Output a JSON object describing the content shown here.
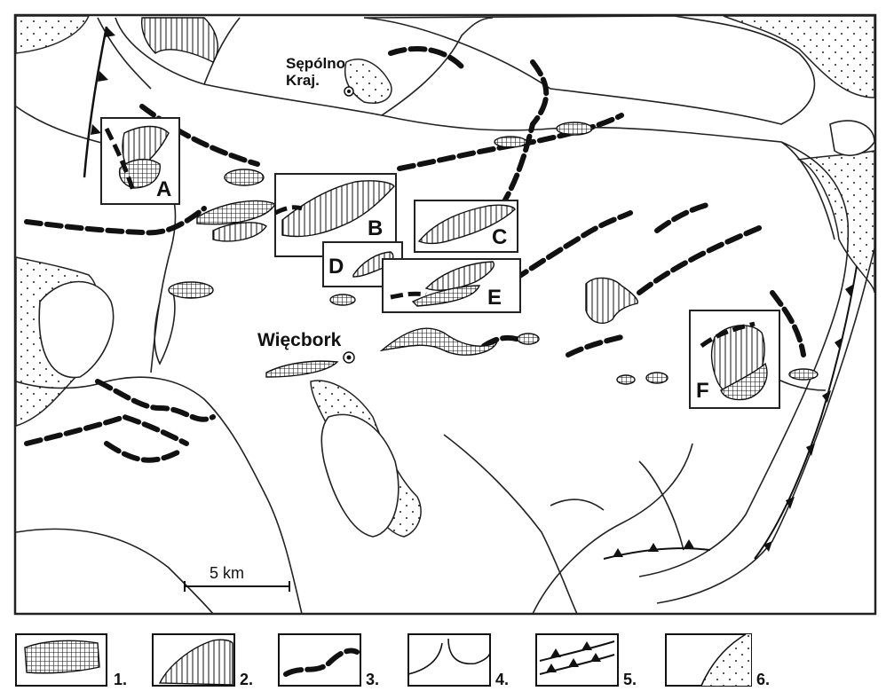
{
  "towns": [
    {
      "id": "sepolno",
      "line1": "Sępólno",
      "line2": "Kraj."
    },
    {
      "id": "wiecbork",
      "name": "Więcbork"
    }
  ],
  "boxes": [
    {
      "id": "A",
      "label": "A"
    },
    {
      "id": "B",
      "label": "B"
    },
    {
      "id": "C",
      "label": "C"
    },
    {
      "id": "D",
      "label": "D"
    },
    {
      "id": "E",
      "label": "E"
    },
    {
      "id": "F",
      "label": "F"
    }
  ],
  "scale_bar": {
    "label": "5 km"
  },
  "legend": {
    "items": [
      {
        "number": "1.",
        "symbol": "crosshatch-body"
      },
      {
        "number": "2.",
        "symbol": "vertical-hatch-body"
      },
      {
        "number": "3.",
        "symbol": "thick-dashed-line"
      },
      {
        "number": "4.",
        "symbol": "thin-outline"
      },
      {
        "number": "5.",
        "symbol": "barbed-line"
      },
      {
        "number": "6.",
        "symbol": "stippled-area"
      }
    ]
  },
  "colors": {
    "ink": "#111111",
    "paper": "#ffffff",
    "frame": "#222222"
  }
}
